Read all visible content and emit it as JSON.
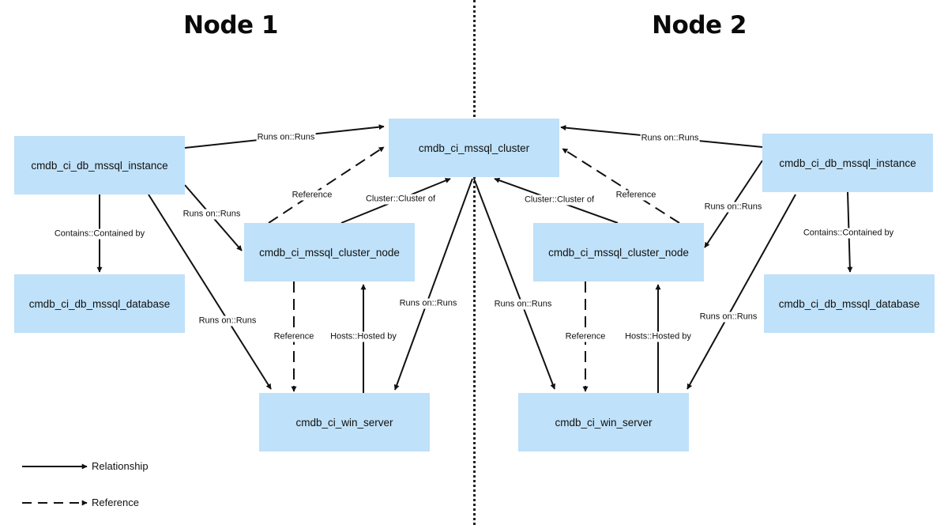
{
  "titles": {
    "node1": "Node 1",
    "node2": "Node 2"
  },
  "nodes": {
    "cluster": "cmdb_ci_mssql_cluster",
    "instance1": "cmdb_ci_db_mssql_instance",
    "database1": "cmdb_ci_db_mssql_database",
    "clusterNode1": "cmdb_ci_mssql_cluster_node",
    "winServer1": "cmdb_ci_win_server",
    "instance2": "cmdb_ci_db_mssql_instance",
    "database2": "cmdb_ci_db_mssql_database",
    "clusterNode2": "cmdb_ci_mssql_cluster_node",
    "winServer2": "cmdb_ci_win_server"
  },
  "edges": [
    {
      "from": "instance1",
      "to": "cluster",
      "label": "Runs on::Runs",
      "style": "relationship"
    },
    {
      "from": "instance1",
      "to": "database1",
      "label": "Contains::Contained by",
      "style": "relationship"
    },
    {
      "from": "instance1",
      "to": "clusterNode1",
      "label": "Runs on::Runs",
      "style": "relationship"
    },
    {
      "from": "instance1",
      "to": "winServer1",
      "label": "Runs on::Runs",
      "style": "relationship"
    },
    {
      "from": "clusterNode1",
      "to": "cluster",
      "label": "Reference",
      "style": "reference"
    },
    {
      "from": "clusterNode1",
      "to": "cluster",
      "label": "Cluster::Cluster of",
      "style": "relationship"
    },
    {
      "from": "cluster",
      "to": "winServer1",
      "label": "Runs on::Runs",
      "style": "relationship"
    },
    {
      "from": "clusterNode1",
      "to": "winServer1",
      "label": "Reference",
      "style": "reference"
    },
    {
      "from": "winServer1",
      "to": "clusterNode1",
      "label": "Hosts::Hosted by",
      "style": "relationship"
    },
    {
      "from": "instance2",
      "to": "cluster",
      "label": "Runs on::Runs",
      "style": "relationship"
    },
    {
      "from": "instance2",
      "to": "database2",
      "label": "Contains::Contained by",
      "style": "relationship"
    },
    {
      "from": "instance2",
      "to": "clusterNode2",
      "label": "Runs on::Runs",
      "style": "relationship"
    },
    {
      "from": "instance2",
      "to": "winServer2",
      "label": "Runs on::Runs",
      "style": "relationship"
    },
    {
      "from": "clusterNode2",
      "to": "cluster",
      "label": "Reference",
      "style": "reference"
    },
    {
      "from": "clusterNode2",
      "to": "cluster",
      "label": "Cluster::Cluster of",
      "style": "relationship"
    },
    {
      "from": "cluster",
      "to": "winServer2",
      "label": "Runs on::Runs",
      "style": "relationship"
    },
    {
      "from": "clusterNode2",
      "to": "winServer2",
      "label": "Reference",
      "style": "reference"
    },
    {
      "from": "winServer2",
      "to": "clusterNode2",
      "label": "Hosts::Hosted by",
      "style": "relationship"
    }
  ],
  "legend": {
    "relationship": "Relationship",
    "reference": "Reference"
  },
  "colors": {
    "box": "#bfe1f9",
    "line": "#111111",
    "divider": "#222222"
  }
}
